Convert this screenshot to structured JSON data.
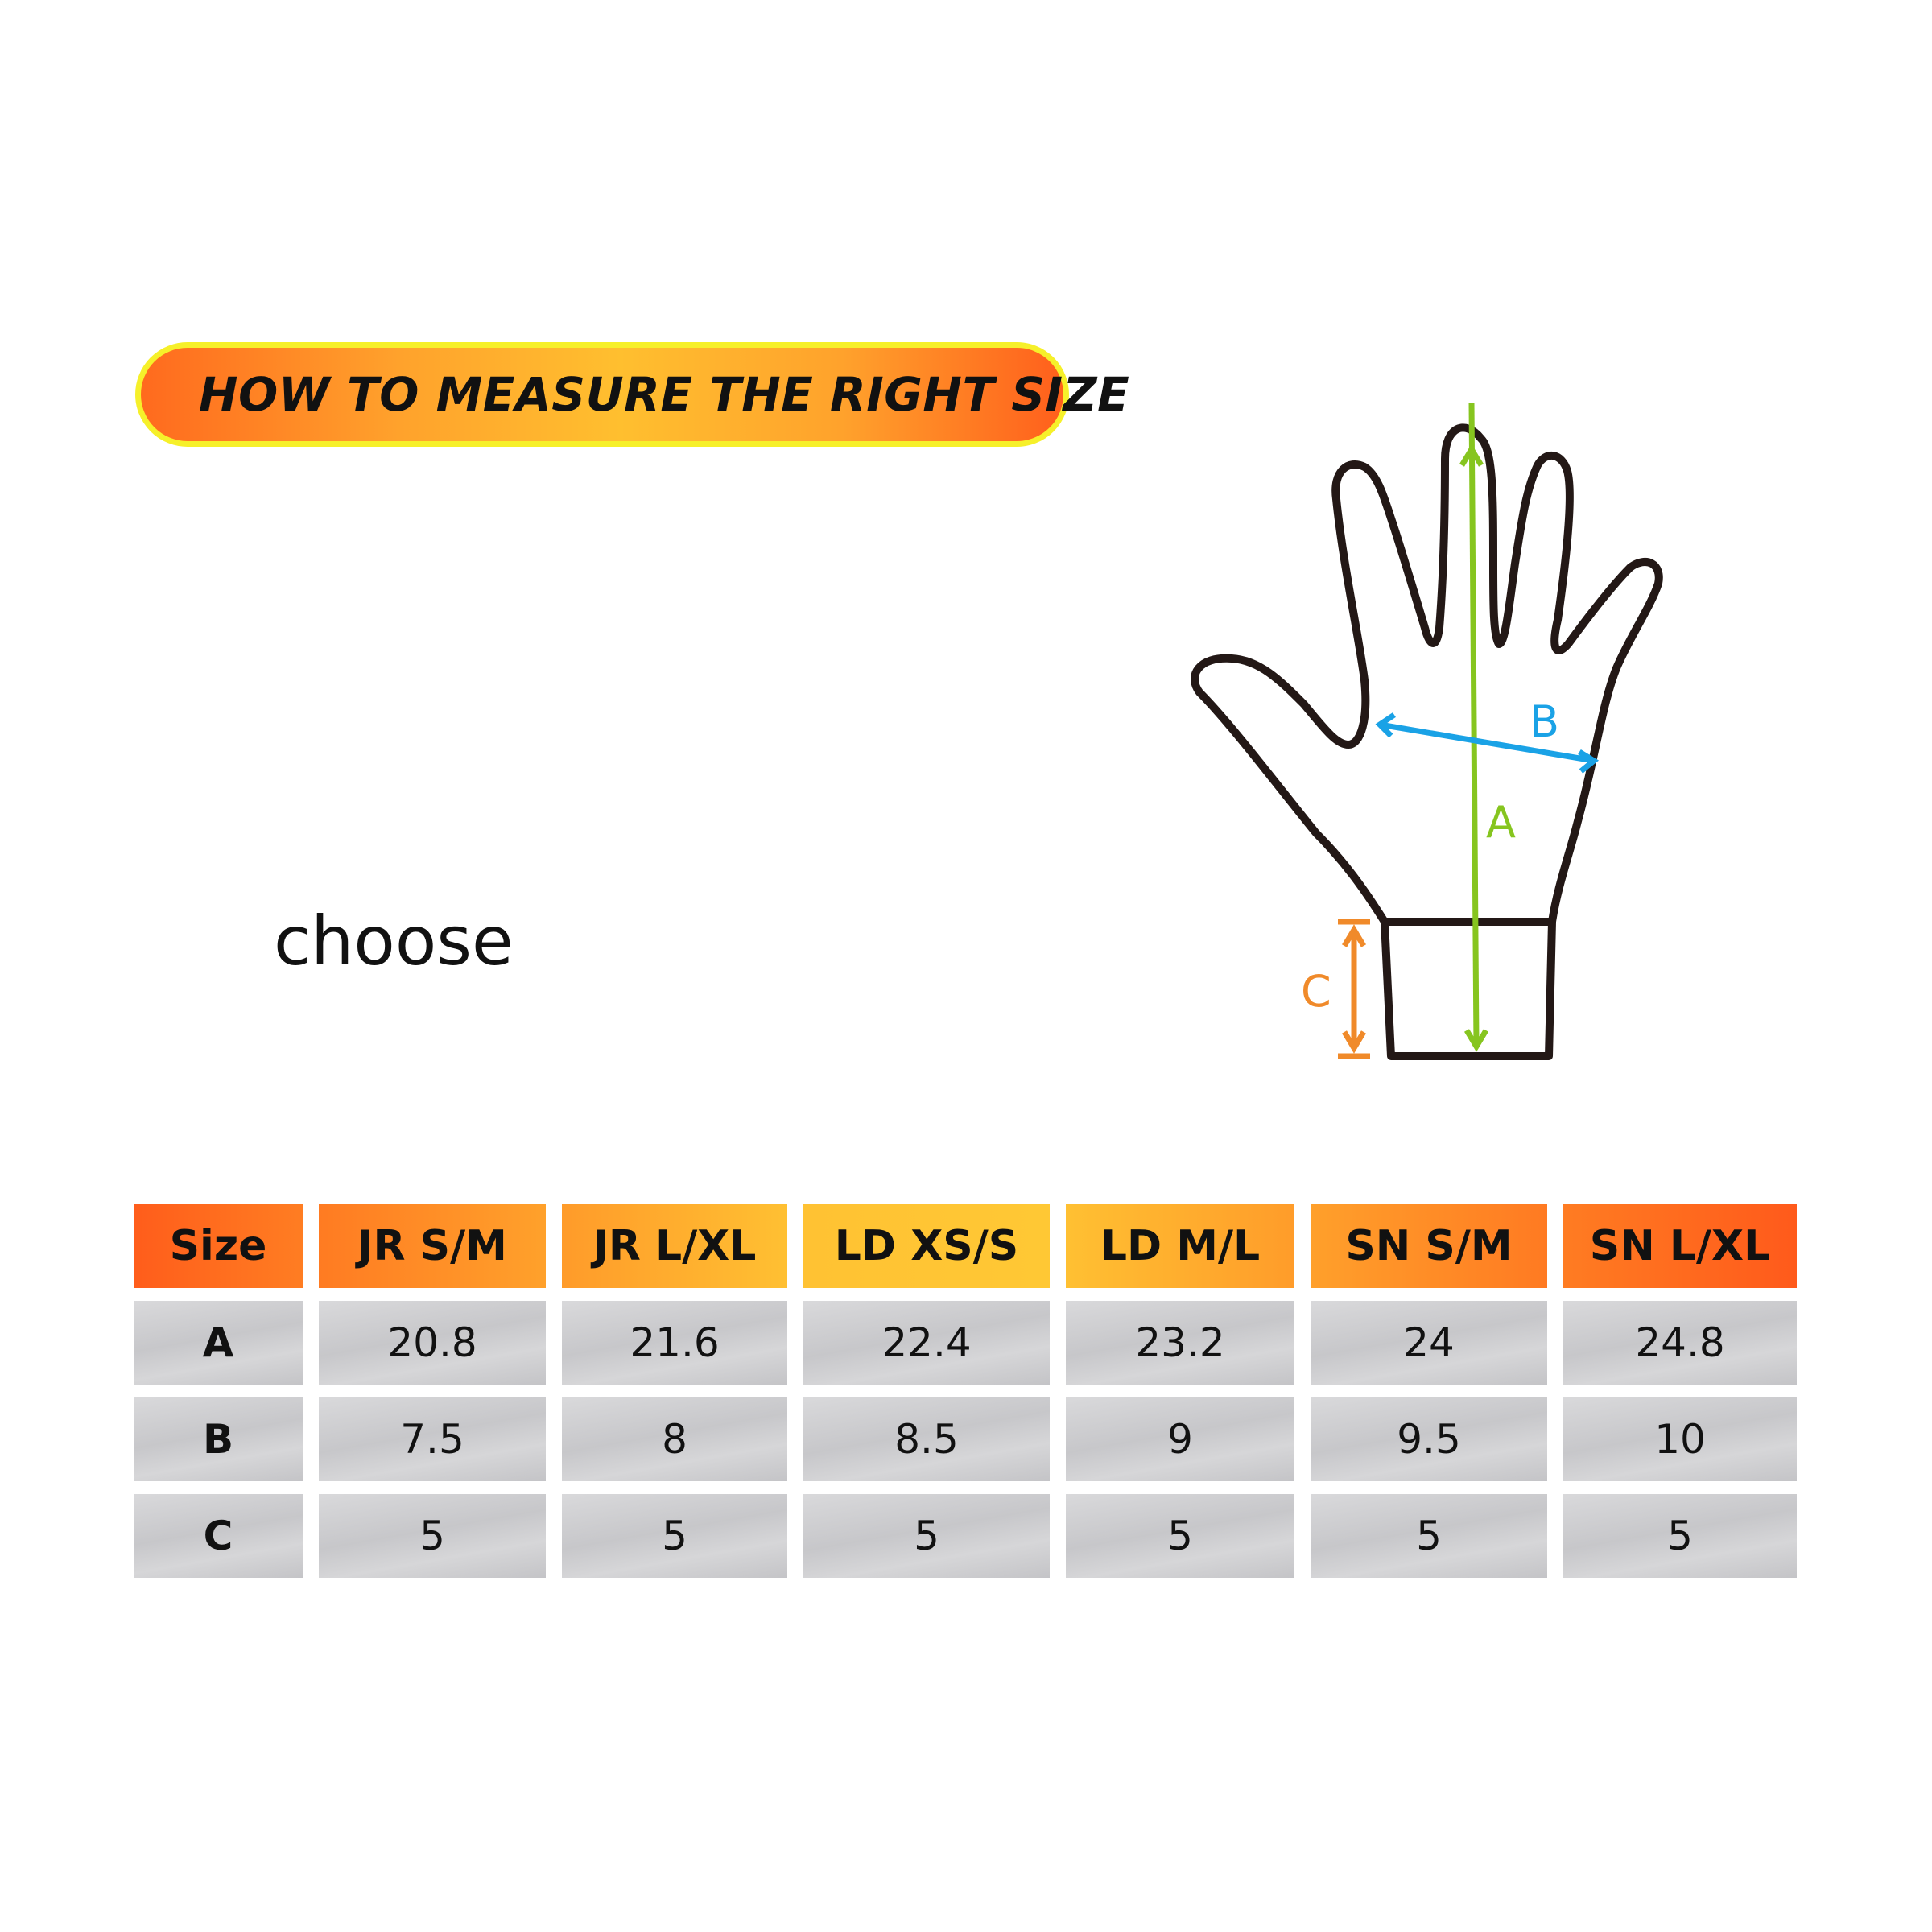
{
  "banner": {
    "title": "HOW TO MEASURE THE RIGHT SIZE"
  },
  "choose_text": "choose",
  "diagram": {
    "label_a": "A",
    "label_b": "B",
    "label_c": "C"
  },
  "table": {
    "headers": [
      "Size",
      "JR S/M",
      "JR L/XL",
      "LD XS/S",
      "LD M/L",
      "SN S/M",
      "SN L/XL"
    ],
    "rows": [
      {
        "label": "A",
        "values": [
          "20.8",
          "21.6",
          "22.4",
          "23.2",
          "24",
          "24.8"
        ]
      },
      {
        "label": "B",
        "values": [
          "7.5",
          "8",
          "8.5",
          "9",
          "9.5",
          "10"
        ]
      },
      {
        "label": "C",
        "values": [
          "5",
          "5",
          "5",
          "5",
          "5",
          "5"
        ]
      }
    ]
  },
  "colors": {
    "measure_a": "#86c51f",
    "measure_b": "#1aa2e6",
    "measure_c": "#f08a2a",
    "header_orange": "#ff6a1e",
    "header_yellow": "#ffc233",
    "cell_gray": "#cfcfd1"
  }
}
